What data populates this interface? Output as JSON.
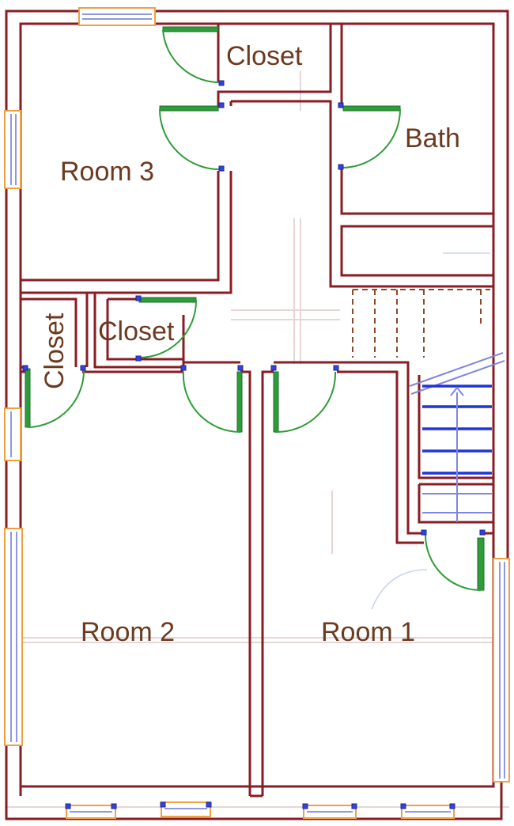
{
  "plan": {
    "colors": {
      "wall": "#8a1c24",
      "door": "#2e9c3a",
      "window_frame": "#f0a040",
      "window_glass": "#6a76d8",
      "stair_tread": "#1f35d6",
      "label": "#6b3a1f"
    },
    "labels": {
      "closet_top": "Closet",
      "bath": "Bath",
      "room3": "Room 3",
      "closet_left": "Closet",
      "closet_mid": "Closet",
      "room2": "Room 2",
      "room1": "Room 1"
    }
  }
}
